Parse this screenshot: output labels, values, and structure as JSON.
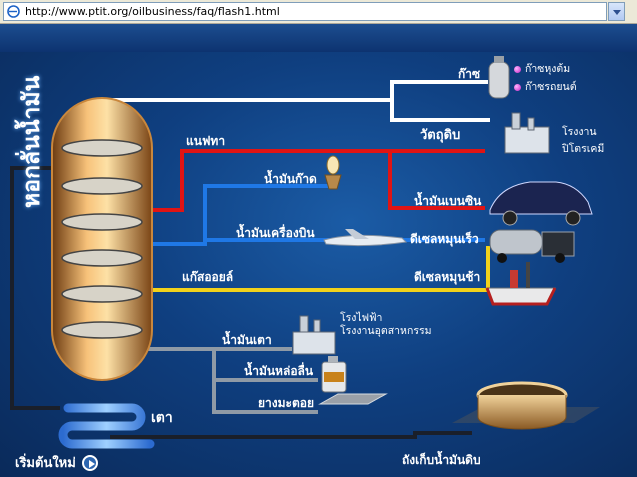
{
  "browser": {
    "address": "http://www.ptit.org/oilbusiness/faq/flash1.html"
  },
  "diagram": {
    "tower_label": "หอกลั่นน้ำมัน",
    "furnace_label": "เตา",
    "restart_label": "เริ่มต้นใหม่",
    "gas": "ก๊าซ",
    "gas_cooking": "ก๊าซหุงต้ม",
    "gas_vehicle": "ก๊าซรถยนต์",
    "feedstock": "วัตถุดิบ",
    "petrochem_plant": "โรงงาน\nปิโตรเคมี",
    "naphtha": "แนฟทา",
    "gasoline": "น้ำมันเบนซิน",
    "kerosene": "น้ำมันก๊าด",
    "jet_fuel": "น้ำมันเครื่องบิน",
    "diesel_fast": "ดีเซลหมุนเร็ว",
    "gas_oil": "แก๊สออยล์",
    "diesel_slow": "ดีเซลหมุนช้า",
    "fuel_oil": "น้ำมันเตา",
    "power_plant": "โรงไฟฟ้า",
    "industrial_plant": "โรงงานอุตสาหกรรม",
    "lube_oil": "น้ำมันหล่อลื่น",
    "asphalt": "ยางมะตอย",
    "crude_tank": "ถังเก็บน้ำมันดิบ"
  },
  "colors": {
    "gas_line": "#ffffff",
    "naphtha_line": "#e01414",
    "kerosene_line": "#1f78e6",
    "gasoil_line": "#f2d21b",
    "residue_line": "#8f9aa6",
    "dark_line": "#1a1f2a"
  }
}
